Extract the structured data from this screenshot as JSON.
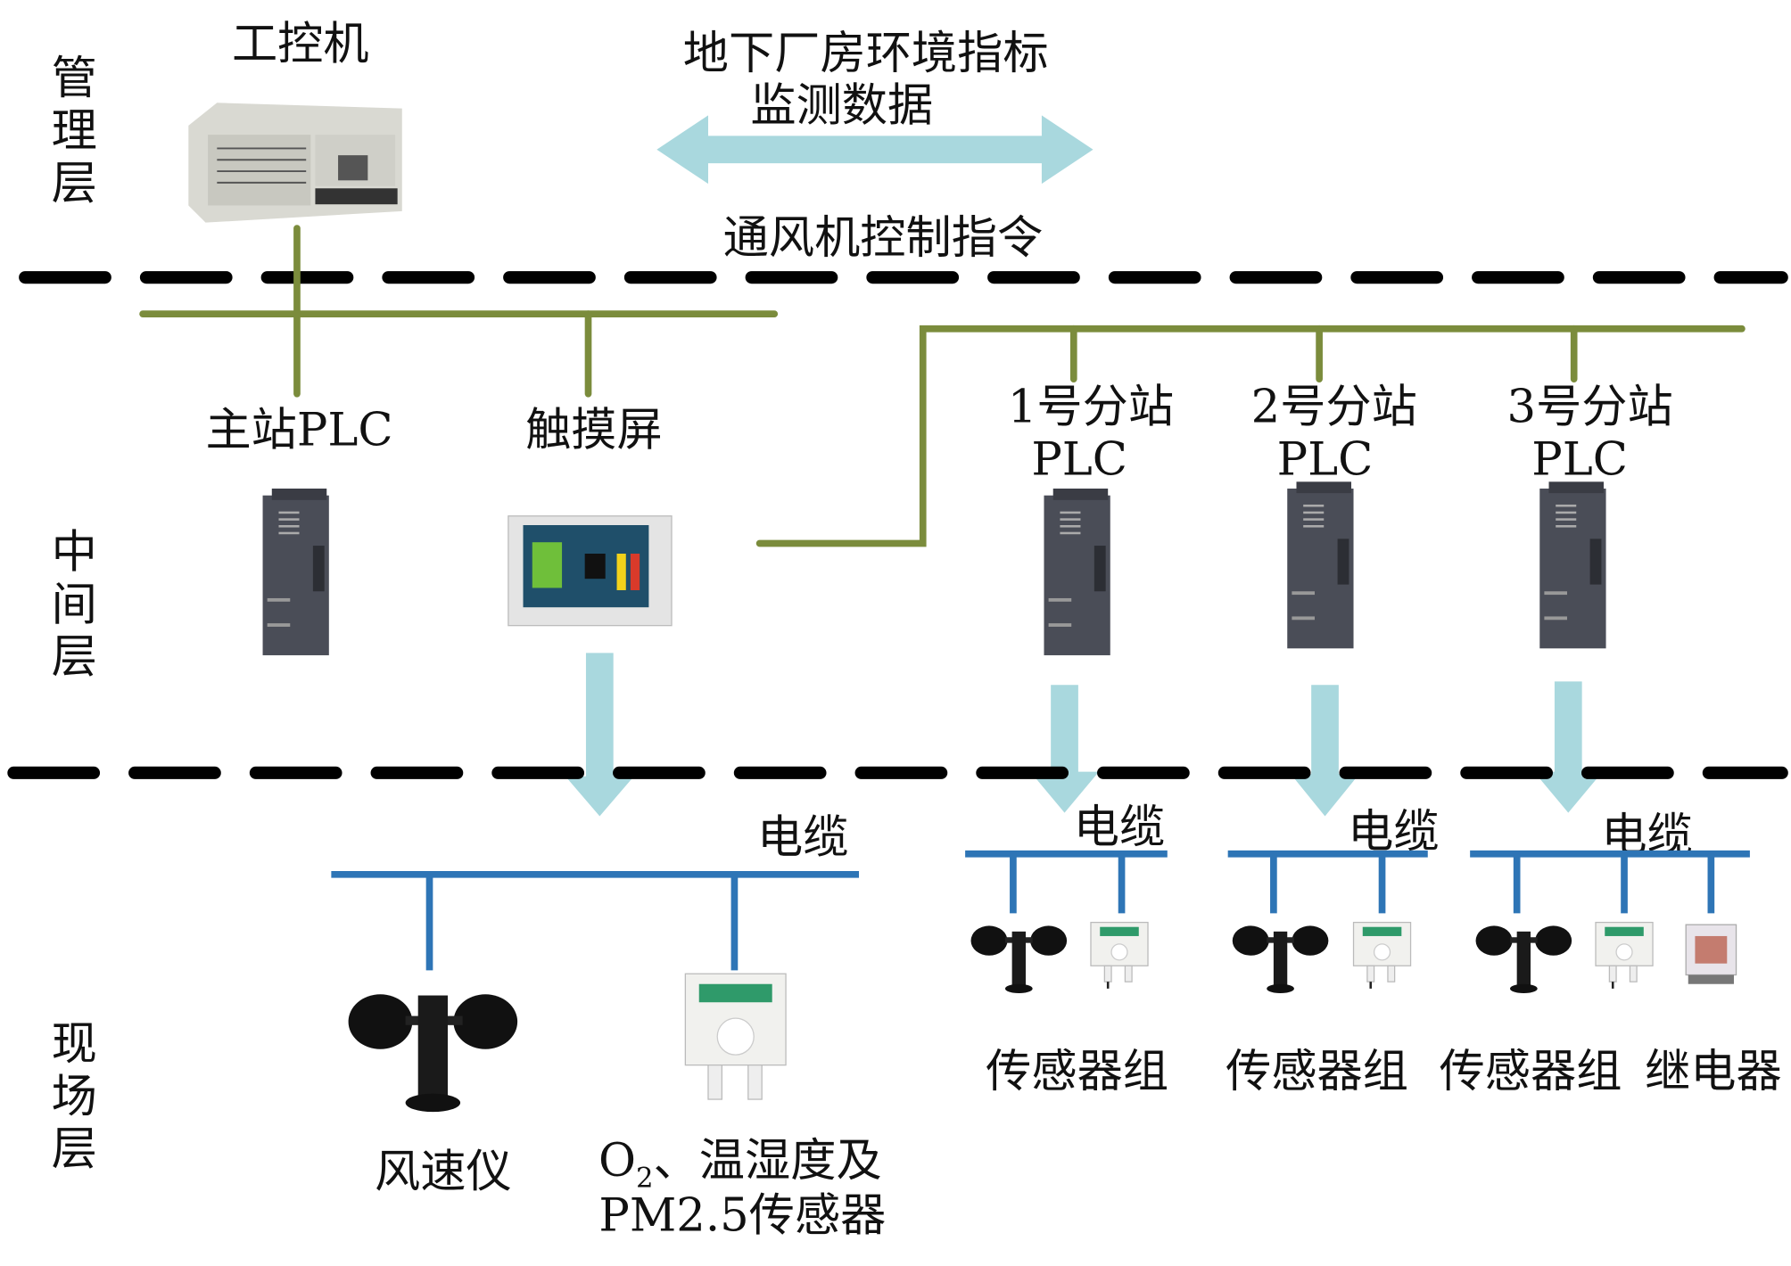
{
  "layers": {
    "management": [
      "管",
      "理",
      "层"
    ],
    "middle": [
      "中",
      "间",
      "层"
    ],
    "field": [
      "现",
      "场",
      "层"
    ]
  },
  "management": {
    "ipc_label": "工控机",
    "data_label_line1": "地下厂房环境指标",
    "data_label_line2": "监测数据",
    "command_label": "通风机控制指令"
  },
  "middle": {
    "master_plc": "主站PLC",
    "touch_screen": "触摸屏",
    "substations": [
      {
        "name": "1号分站",
        "type": "PLC"
      },
      {
        "name": "2号分站",
        "type": "PLC"
      },
      {
        "name": "3号分站",
        "type": "PLC"
      }
    ]
  },
  "field": {
    "cable_label": "电缆",
    "anemometer": "风速仪",
    "sensor_line1_prefix": "O",
    "sensor_line1_sub": "2",
    "sensor_line1_rest": "、温湿度及",
    "sensor_line2": "PM2.5传感器",
    "sensor_group": "传感器组",
    "relay": "继电器"
  },
  "colors": {
    "network": "#7b8c3c",
    "cable": "#2e75b6",
    "arrow": "#a9d8de",
    "divider": "#000000"
  }
}
